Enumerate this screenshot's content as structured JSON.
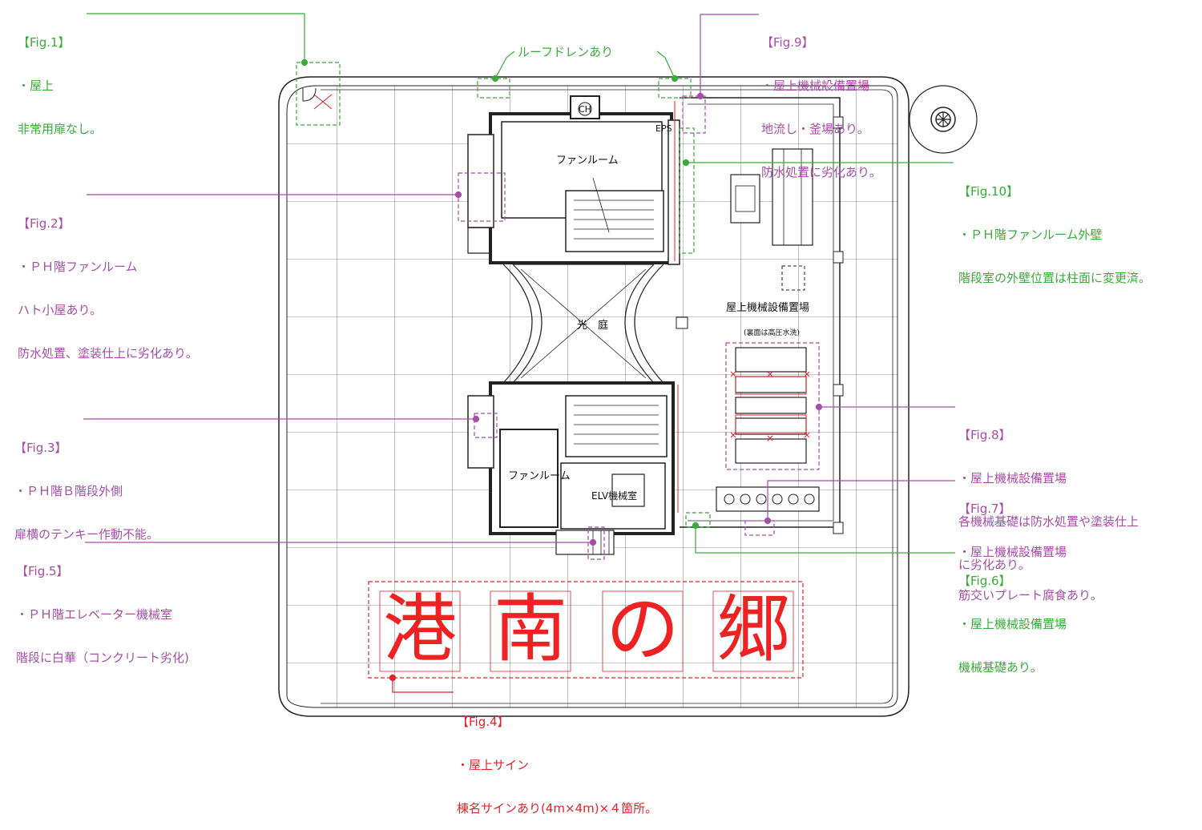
{
  "colors": {
    "green": "#3aab3a",
    "purple": "#a64ea6",
    "red": "#e0242a",
    "line": "#222222",
    "grid": "#555555"
  },
  "annotations": {
    "fig1": {
      "label": "【Fig.1】",
      "lines": [
        "・屋上",
        "非常用扉なし。"
      ]
    },
    "fig2": {
      "label": "【Fig.2】",
      "lines": [
        "・ＰＨ階ファンルーム",
        "ハト小屋あり。",
        "防水処置、塗装仕上に劣化あり。"
      ]
    },
    "fig3": {
      "label": "【Fig.3】",
      "lines": [
        "・ＰＨ階Ｂ階段外側",
        "扉横のテンキー作動不能。"
      ]
    },
    "fig4": {
      "label": "【Fig.4】",
      "lines": [
        "・屋上サイン",
        "棟名サインあり(4m×4m)×４箇所。"
      ]
    },
    "fig5": {
      "label": "【Fig.5】",
      "lines": [
        "・ＰＨ階エレベーター機械室",
        "階段に白華（コンクリート劣化)"
      ]
    },
    "fig6": {
      "label": "【Fig.6】",
      "lines": [
        "・屋上機械設備置場",
        "機械基礎あり。"
      ]
    },
    "fig7": {
      "label": "【Fig.7】",
      "lines": [
        "・屋上機械設備置場",
        "筋交いプレート腐食あり。"
      ]
    },
    "fig8": {
      "label": "【Fig.8】",
      "lines": [
        "・屋上機械設備置場",
        "各機械基礎は防水処置や塗装仕上",
        "に劣化あり。"
      ]
    },
    "fig9": {
      "label": "【Fig.9】",
      "lines": [
        "・屋上機械設備置場",
        "地流し・釜場あり。",
        "防水処置に劣化あり。"
      ]
    },
    "fig10": {
      "label": "【Fig.10】",
      "lines": [
        "・ＰＨ階ファンルーム外壁",
        "階段室の外壁位置は柱面に変更済。"
      ]
    }
  },
  "roof_drain_label": "ルーフドレンあり",
  "plan_labels": {
    "fan_room_upper": "ファンルーム",
    "fan_room_lower": "ファンルーム",
    "light_court_1": "光",
    "light_court_2": "庭",
    "equipment_area": "屋上機械設備置場",
    "high_pressure_note": "(裏面は高圧水洗)",
    "elv_room": "ELV機械室",
    "eps": "EPS",
    "ch": "CH"
  },
  "sign": {
    "chars": [
      "港",
      "南",
      "の",
      "郷"
    ]
  }
}
